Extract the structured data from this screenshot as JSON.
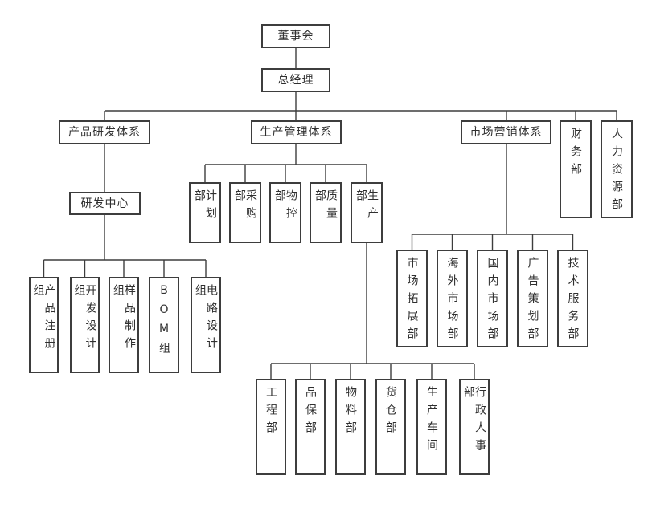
{
  "diagram": {
    "type": "org-chart",
    "line_color": "#3d3d3d",
    "box_background": "#ffffff",
    "nodes": {
      "board": "董事会",
      "gm": "总经理",
      "rd_system": "产品研发体系",
      "prod_system": "生产管理体系",
      "mkt_system": "市场营销体系",
      "finance": "财务部",
      "hr": "人力资源部",
      "rd_center": "研发中心",
      "planning": "计划部",
      "purchasing": "采购部",
      "material_control": "物控部",
      "quality": "质量部",
      "production": "生产部",
      "product_reg": "产品注册组",
      "dev_design": "开发设计组",
      "sample_making": "样品制作组",
      "bom": "BOM组",
      "circuit_design": "电路设计组",
      "mkt_expansion": "市场拓展部",
      "overseas_mkt": "海外市场部",
      "domestic_mkt": "国内市场部",
      "ad_planning": "广告策划部",
      "tech_service": "技术服务部",
      "engineering": "工程部",
      "quality_assurance": "品保部",
      "material_dept": "物料部",
      "warehouse": "货仓部",
      "workshop": "生产车间",
      "admin_hr": "行政人事部"
    },
    "hierarchy": {
      "董事会": [
        "总经理"
      ],
      "总经理": [
        "产品研发体系",
        "生产管理体系",
        "市场营销体系",
        "财务部",
        "人力资源部"
      ],
      "产品研发体系": [
        "研发中心"
      ],
      "研发中心": [
        "产品注册组",
        "开发设计组",
        "样品制作组",
        "BOM组",
        "电路设计组"
      ],
      "生产管理体系": [
        "计划部",
        "采购部",
        "物控部",
        "质量部",
        "生产部"
      ],
      "生产部": [
        "工程部",
        "品保部",
        "物料部",
        "货仓部",
        "生产车间",
        "行政人事部"
      ],
      "市场营销体系": [
        "市场拓展部",
        "海外市场部",
        "国内市场部",
        "广告策划部",
        "技术服务部"
      ]
    }
  }
}
